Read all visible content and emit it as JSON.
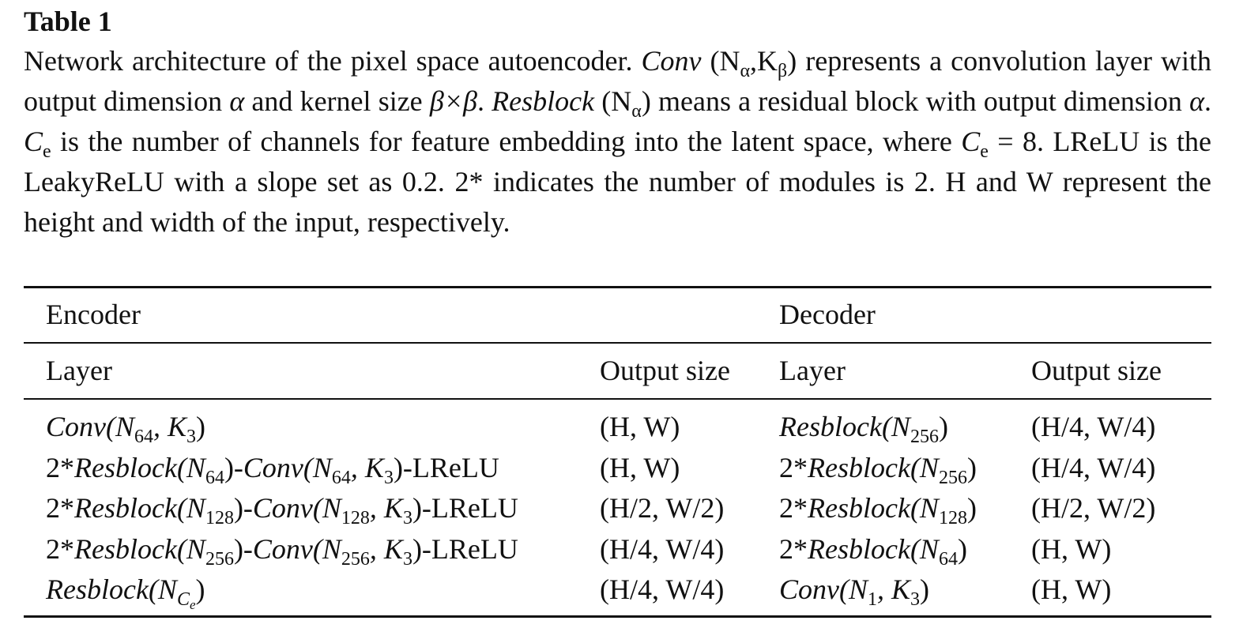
{
  "table": {
    "label": "Table 1",
    "caption": [
      {
        "t": "Network architecture of the pixel space autoencoder. "
      },
      {
        "t": "Conv",
        "i": true
      },
      {
        "t": " (N"
      },
      {
        "t": "α",
        "sub": true
      },
      {
        "t": ",K"
      },
      {
        "t": "β",
        "sub": true
      },
      {
        "t": ") represents a convolution layer with output dimension "
      },
      {
        "t": "α",
        "i": true
      },
      {
        "t": " and kernel size "
      },
      {
        "t": "β×β",
        "i": true
      },
      {
        "t": ". "
      },
      {
        "t": "Resblock",
        "i": true
      },
      {
        "t": " (N"
      },
      {
        "t": "α",
        "sub": true
      },
      {
        "t": ") means a residual block with output dimension "
      },
      {
        "t": "α",
        "i": true
      },
      {
        "t": ". "
      },
      {
        "t": "C",
        "i": true
      },
      {
        "t": "e",
        "sub": true
      },
      {
        "t": " is the number of channels for feature embedding into the latent space, where "
      },
      {
        "t": "C",
        "i": true
      },
      {
        "t": "e",
        "sub": true
      },
      {
        "t": " = 8. LReLU is the LeakyReLU with a slope set as 0.2. 2* indicates the number of modules is 2. H and W represent the height and width of the input, respectively."
      }
    ],
    "group_headers": {
      "encoder": "Encoder",
      "decoder": "Decoder"
    },
    "column_headers": {
      "enc_layer": "Layer",
      "enc_output": "Output size",
      "dec_layer": "Layer",
      "dec_output": "Output size"
    },
    "rows": [
      {
        "enc_layer": [
          {
            "t": "Conv",
            "i": true
          },
          {
            "t": "(N",
            "i": true
          },
          {
            "t": "64",
            "sub": true
          },
          {
            "t": ", K",
            "i": true
          },
          {
            "t": "3",
            "sub": true
          },
          {
            "t": ")"
          }
        ],
        "enc_output": "(H, W)",
        "dec_layer": [
          {
            "t": "Resblock",
            "i": true
          },
          {
            "t": "(N",
            "i": true
          },
          {
            "t": "256",
            "sub": true
          },
          {
            "t": ")"
          }
        ],
        "dec_output": "(H/4, W/4)"
      },
      {
        "enc_layer": [
          {
            "t": "2*"
          },
          {
            "t": "Resblock",
            "i": true
          },
          {
            "t": "(N",
            "i": true
          },
          {
            "t": "64",
            "sub": true
          },
          {
            "t": ")-"
          },
          {
            "t": "Conv",
            "i": true
          },
          {
            "t": "(N",
            "i": true
          },
          {
            "t": "64",
            "sub": true
          },
          {
            "t": ", K",
            "i": true
          },
          {
            "t": "3",
            "sub": true
          },
          {
            "t": ")-LReLU"
          }
        ],
        "enc_output": "(H, W)",
        "dec_layer": [
          {
            "t": "2*"
          },
          {
            "t": "Resblock",
            "i": true
          },
          {
            "t": "(N",
            "i": true
          },
          {
            "t": "256",
            "sub": true
          },
          {
            "t": ")"
          }
        ],
        "dec_output": "(H/4, W/4)"
      },
      {
        "enc_layer": [
          {
            "t": "2*"
          },
          {
            "t": "Resblock",
            "i": true
          },
          {
            "t": "(N",
            "i": true
          },
          {
            "t": "128",
            "sub": true
          },
          {
            "t": ")-"
          },
          {
            "t": "Conv",
            "i": true
          },
          {
            "t": "(N",
            "i": true
          },
          {
            "t": "128",
            "sub": true
          },
          {
            "t": ", K",
            "i": true
          },
          {
            "t": "3",
            "sub": true
          },
          {
            "t": ")-LReLU"
          }
        ],
        "enc_output": "(H/2, W/2)",
        "dec_layer": [
          {
            "t": "2*"
          },
          {
            "t": "Resblock",
            "i": true
          },
          {
            "t": "(N",
            "i": true
          },
          {
            "t": "128",
            "sub": true
          },
          {
            "t": ")"
          }
        ],
        "dec_output": "(H/2, W/2)"
      },
      {
        "enc_layer": [
          {
            "t": "2*"
          },
          {
            "t": "Resblock",
            "i": true
          },
          {
            "t": "(N",
            "i": true
          },
          {
            "t": "256",
            "sub": true
          },
          {
            "t": ")-"
          },
          {
            "t": "Conv",
            "i": true
          },
          {
            "t": "(N",
            "i": true
          },
          {
            "t": "256",
            "sub": true
          },
          {
            "t": ", K",
            "i": true
          },
          {
            "t": "3",
            "sub": true
          },
          {
            "t": ")-LReLU"
          }
        ],
        "enc_output": "(H/4, W/4)",
        "dec_layer": [
          {
            "t": "2*"
          },
          {
            "t": "Resblock",
            "i": true
          },
          {
            "t": "(N",
            "i": true
          },
          {
            "t": "64",
            "sub": true
          },
          {
            "t": ")"
          }
        ],
        "dec_output": "(H, W)"
      },
      {
        "enc_layer": [
          {
            "t": "Resblock",
            "i": true
          },
          {
            "t": "(N",
            "i": true
          },
          {
            "t": "C",
            "sub": true,
            "i": true
          },
          {
            "t": "e",
            "subsub": true
          },
          {
            "t": ")"
          }
        ],
        "enc_output": "(H/4, W/4)",
        "dec_layer": [
          {
            "t": "Conv",
            "i": true
          },
          {
            "t": "(N",
            "i": true
          },
          {
            "t": "1",
            "sub": true
          },
          {
            "t": ", K",
            "i": true
          },
          {
            "t": "3",
            "sub": true
          },
          {
            "t": ")"
          }
        ],
        "dec_output": "(H, W)"
      }
    ]
  }
}
